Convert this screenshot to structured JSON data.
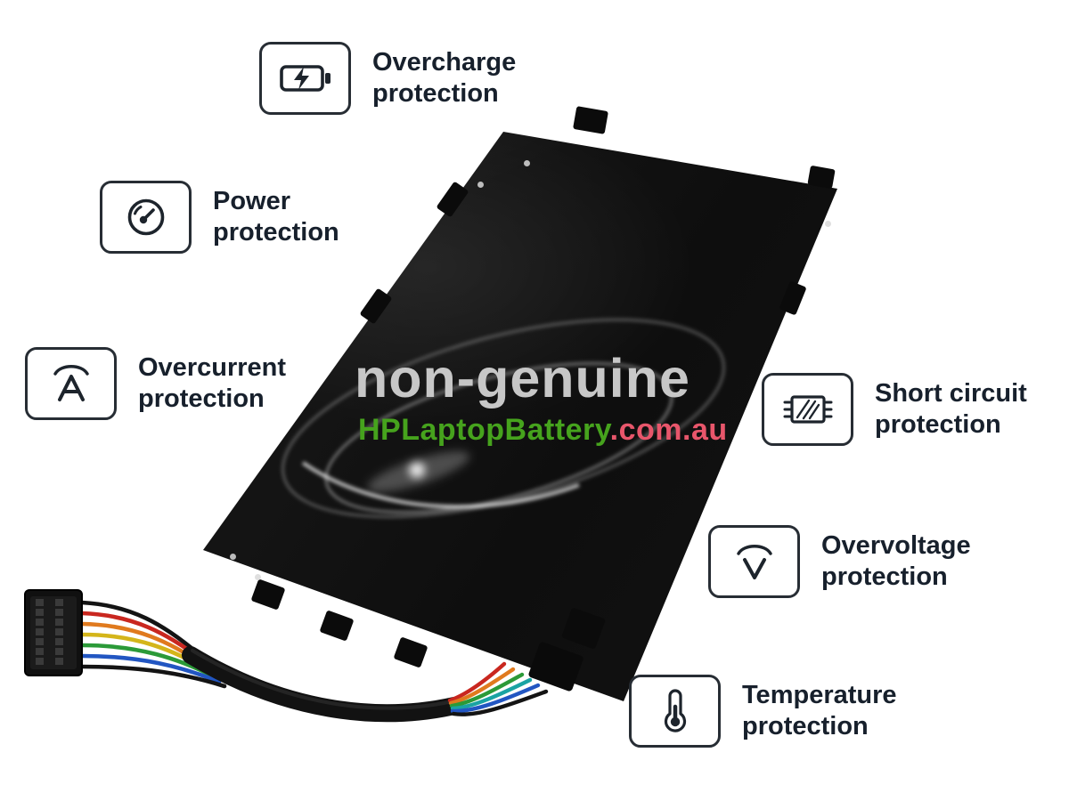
{
  "watermark": {
    "title": "non-genuine",
    "brand": "HPLaptopBattery",
    "suffix": ".com.au"
  },
  "colors": {
    "brand_green": "#46a31d",
    "suffix_red": "#e8566b",
    "watermark_gray": "#c7c7c7",
    "label_dark": "#17202c"
  },
  "features": [
    {
      "name": "overcharge-protection",
      "line1": "Overcharge",
      "line2": "protection",
      "icon": "battery-charging-icon"
    },
    {
      "name": "power-protection",
      "line1": "Power",
      "line2": "protection",
      "icon": "power-gauge-icon"
    },
    {
      "name": "overcurrent-protection",
      "line1": "Overcurrent",
      "line2": "protection",
      "icon": "overcurrent-ampere-icon"
    },
    {
      "name": "short-circuit-protection",
      "line1": "Short circuit",
      "line2": "protection",
      "icon": "circuit-chip-icon"
    },
    {
      "name": "overvoltage-protection",
      "line1": "Overvoltage",
      "line2": "protection",
      "icon": "overvoltage-icon"
    },
    {
      "name": "temperature-protection",
      "line1": "Temperature",
      "line2": "protection",
      "icon": "thermometer-icon"
    }
  ]
}
